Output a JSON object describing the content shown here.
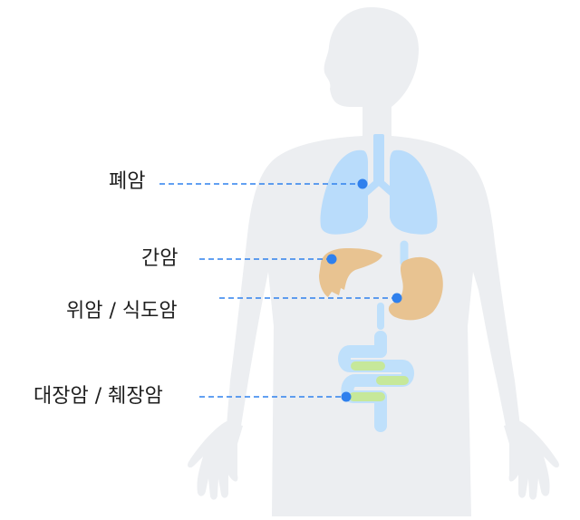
{
  "labels": {
    "lung": "폐암",
    "liver": "간암",
    "stomach": "위암 / 식도암",
    "colon": "대장암 / 췌장암"
  },
  "colors": {
    "body": "#eceef1",
    "lung": "#b9dcfb",
    "liver_stomach": "#e8c391",
    "intestine": "#bfe0fb",
    "intestine_highlight": "#c6e89a",
    "pointer": "#2f80ed"
  }
}
